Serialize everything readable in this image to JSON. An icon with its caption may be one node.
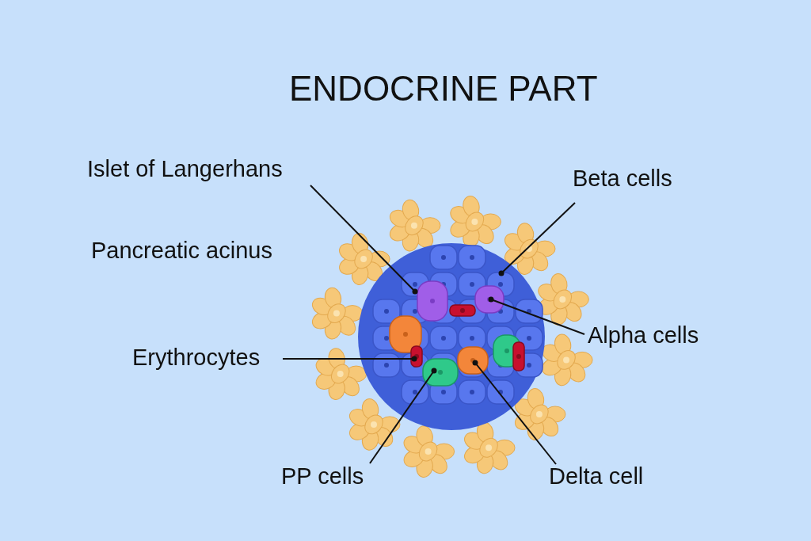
{
  "diagram": {
    "title": "ENDOCRINE PART",
    "nodes": [
      {
        "text": [
          "Islet of Langerhans"
        ]
      },
      {
        "text": [
          "Beta cells"
        ]
      },
      {
        "text": [
          "Alpha cells"
        ]
      },
      {
        "text": [
          "Erythrocytes"
        ]
      },
      {
        "text": [
          "PP cells"
        ]
      },
      {
        "text": [
          "Delta cell"
        ]
      }
    ],
    "edges": [
      {
        "from": 0,
        "to": null,
        "arrow": "other"
      },
      {
        "from": 1,
        "to": null,
        "arrow": "other"
      },
      {
        "from": 2,
        "to": null,
        "arrow": "other"
      },
      {
        "from": 3,
        "to": null,
        "arrow": "other"
      },
      {
        "from": 4,
        "to": null,
        "arrow": "other"
      },
      {
        "from": 5,
        "to": null,
        "arrow": "other"
      }
    ],
    "labels": [
      "Pancreatic acinus"
    ]
  }
}
